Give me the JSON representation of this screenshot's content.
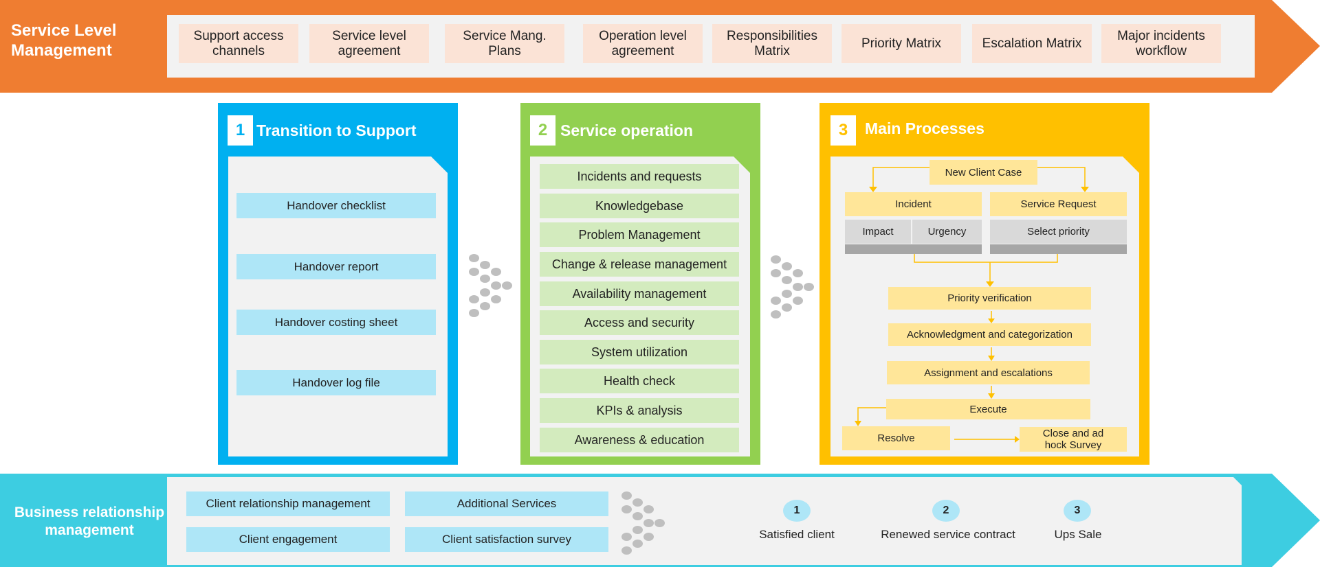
{
  "service_level": {
    "title": "Service Level Management",
    "items": [
      "Support access channels",
      "Service level agreement",
      "Service Mang. Plans",
      "Operation level agreement",
      "Responsibilities Matrix",
      "Priority Matrix",
      "Escalation Matrix",
      "Major incidents workflow"
    ]
  },
  "transition": {
    "number": "1",
    "title": "Transition to Support",
    "items": [
      "Handover checklist",
      "Handover report",
      "Handover costing sheet",
      "Handover log file"
    ]
  },
  "operation": {
    "number": "2",
    "title": "Service operation",
    "items": [
      "Incidents and requests",
      "Knowledgebase",
      "Problem Management",
      "Change & release management",
      "Availability management",
      "Access and security",
      "System utilization",
      "Health check",
      "KPIs & analysis",
      "Awareness & education"
    ]
  },
  "main_processes": {
    "number": "3",
    "title": "Main Processes",
    "new_client_case": "New Client Case",
    "incident": "Incident",
    "service_request": "Service Request",
    "impact": "Impact",
    "urgency": "Urgency",
    "select_priority": "Select priority",
    "priority_verification": "Priority verification",
    "acknowledgment": "Acknowledgment and categorization",
    "assignment": "Assignment and escalations",
    "execute": "Execute",
    "resolve": "Resolve",
    "close": "Close and ad hock Survey"
  },
  "business_relationship": {
    "title": "Business relationship management",
    "items": [
      "Client relationship management",
      "Additional Services",
      "Client engagement",
      "Client satisfaction survey"
    ],
    "outcomes": [
      {
        "number": "1",
        "label": "Satisfied client"
      },
      {
        "number": "2",
        "label": "Renewed service contract"
      },
      {
        "number": "3",
        "label": "Ups Sale"
      }
    ]
  },
  "colors": {
    "orange": "#EF7D31",
    "blue": "#00B0F0",
    "green": "#92D050",
    "yellow": "#FFC000",
    "teal": "#3DCDE1"
  }
}
